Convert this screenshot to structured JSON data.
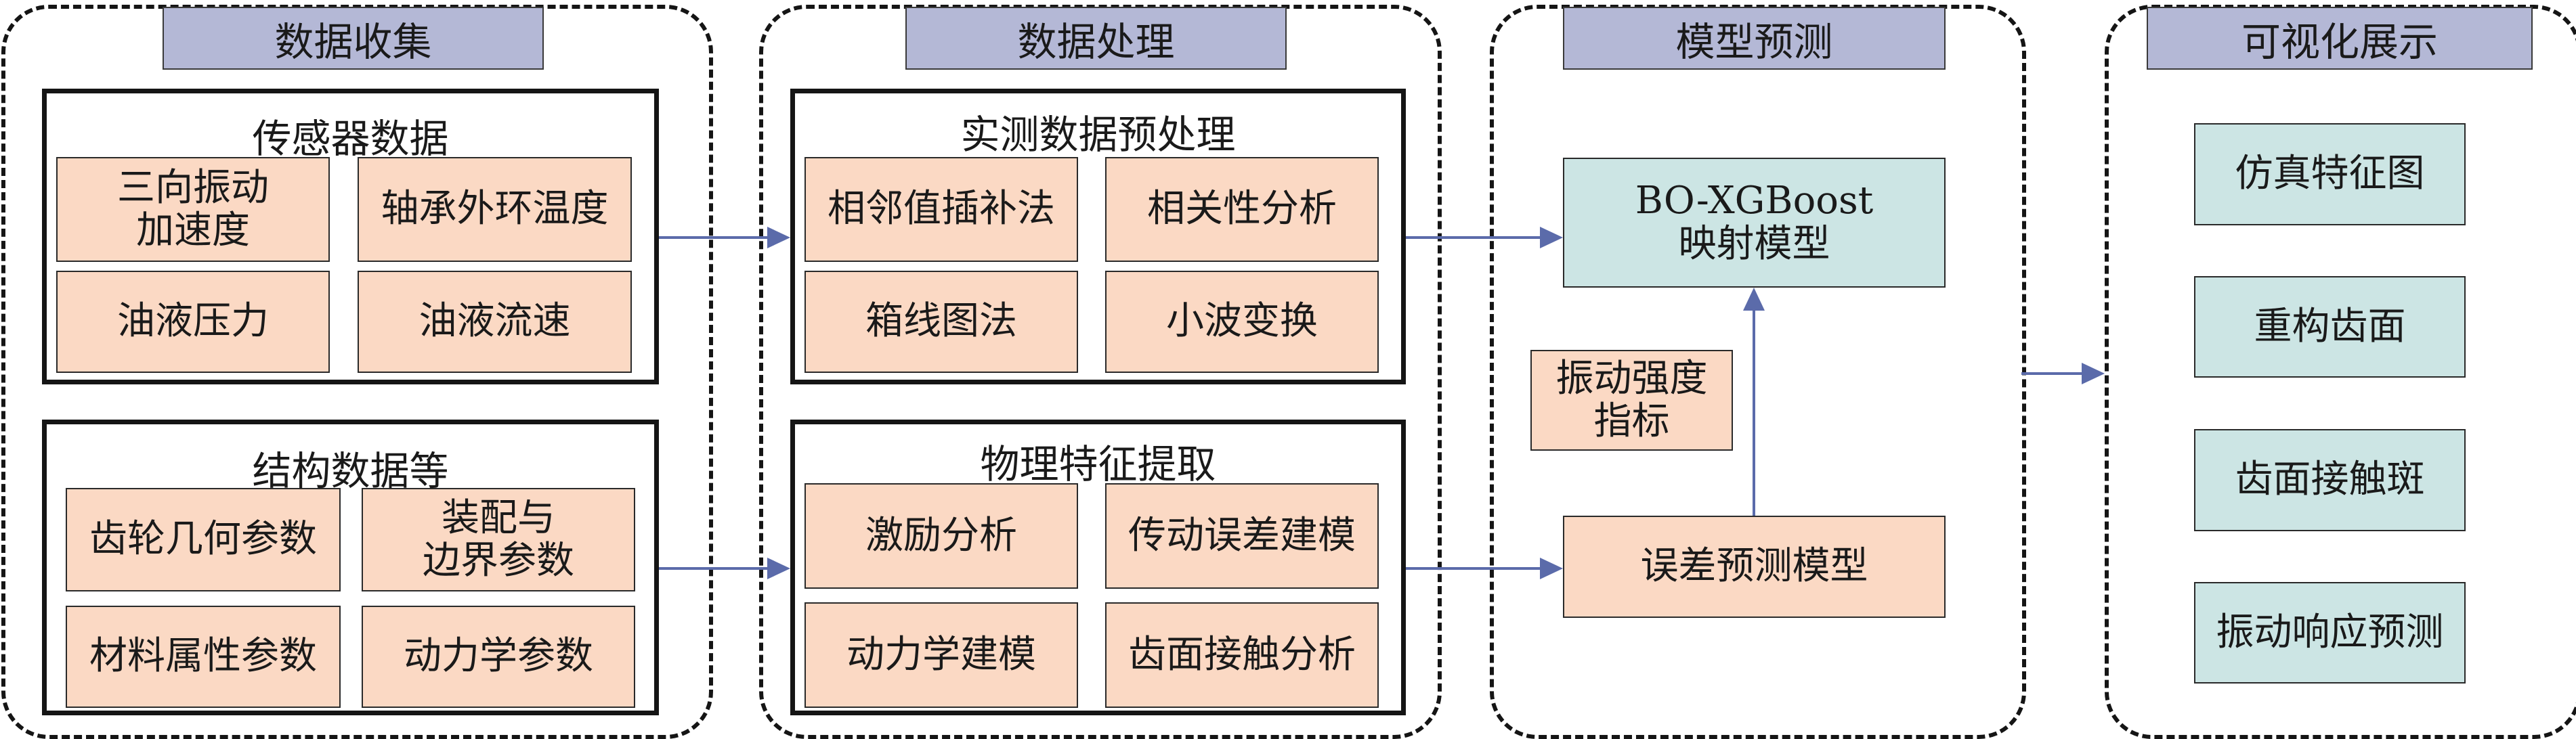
{
  "colors": {
    "header_fill": "#b4b8d6",
    "peach_fill": "#fbd9c4",
    "teal_fill": "#cce5e4",
    "arrow": "#5b6baa",
    "border": "#151515"
  },
  "stages": [
    {
      "title": "数据收集",
      "groups": [
        {
          "title": "传感器数据",
          "items": [
            "三向振动\n加速度",
            "轴承外环温度",
            "油液压力",
            "油液流速"
          ]
        },
        {
          "title": "结构数据等",
          "items": [
            "齿轮几何参数",
            "装配与\n边界参数",
            "材料属性参数",
            "动力学参数"
          ]
        }
      ]
    },
    {
      "title": "数据处理",
      "groups": [
        {
          "title": "实测数据预处理",
          "items": [
            "相邻值插补法",
            "相关性分析",
            "箱线图法",
            "小波变换"
          ]
        },
        {
          "title": "物理特征提取",
          "items": [
            "激励分析",
            "传动误差建模",
            "动力学建模",
            "齿面接触分析"
          ]
        }
      ]
    },
    {
      "title": "模型预测",
      "mapping_model": "BO-XGBoost\n映射模型",
      "indicator": "振动强度\n指标",
      "error_model": "误差预测模型"
    },
    {
      "title": "可视化展示",
      "items": [
        "仿真特征图",
        "重构齿面",
        "齿面接触斑",
        "振动响应预测"
      ]
    }
  ],
  "connections": [
    {
      "from": "传感器数据",
      "to": "实测数据预处理"
    },
    {
      "from": "结构数据等",
      "to": "物理特征提取"
    },
    {
      "from": "实测数据预处理",
      "to": "BO-XGBoost 映射模型"
    },
    {
      "from": "物理特征提取",
      "to": "误差预测模型"
    },
    {
      "from": "误差预测模型",
      "to": "BO-XGBoost 映射模型"
    },
    {
      "from": "模型预测",
      "to": "可视化展示"
    }
  ]
}
